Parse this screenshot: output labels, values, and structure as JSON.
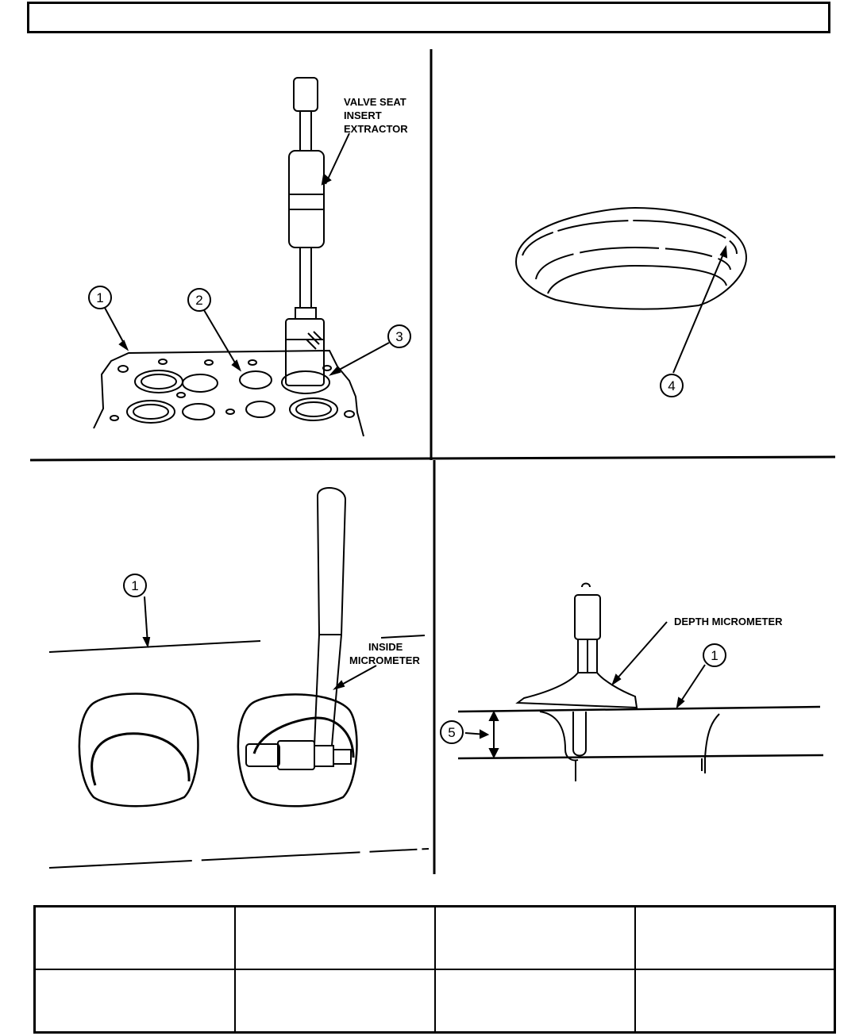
{
  "header": {
    "title": ""
  },
  "figure": {
    "panel_1": {
      "tool_label_lines": [
        "VALVE SEAT",
        "INSERT",
        "EXTRACTOR"
      ],
      "callouts": [
        "1",
        "2",
        "3"
      ]
    },
    "panel_2": {
      "callouts": [
        "4"
      ]
    },
    "panel_3": {
      "tool_label_lines": [
        "INSIDE",
        "MICROMETER"
      ],
      "callouts": [
        "1"
      ]
    },
    "panel_4": {
      "tool_label": "DEPTH MICROMETER",
      "callouts": [
        "1",
        "5"
      ]
    }
  },
  "table": {
    "rows": [
      [
        "",
        "",
        "",
        ""
      ],
      [
        "",
        "",
        "",
        ""
      ]
    ]
  }
}
